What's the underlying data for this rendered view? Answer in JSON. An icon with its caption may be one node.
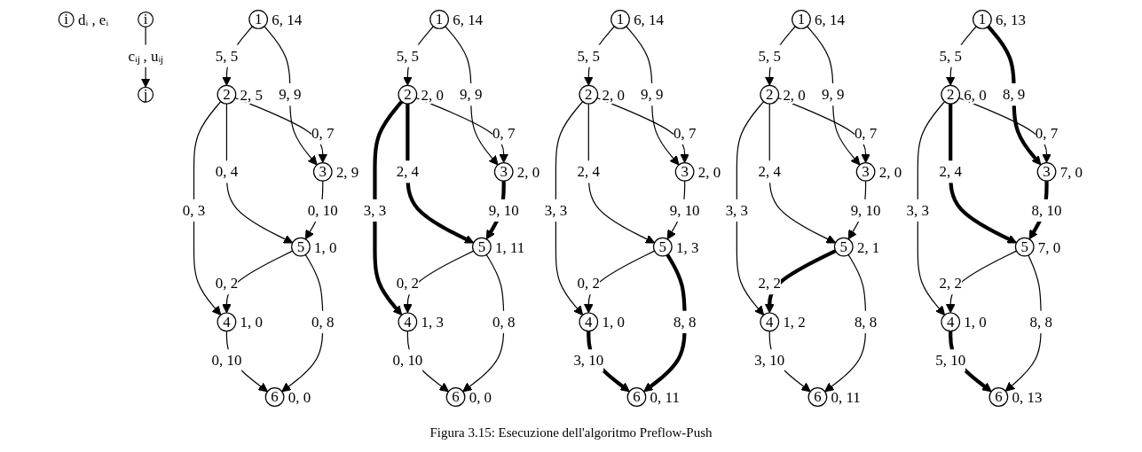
{
  "diagram": {
    "caption": "Figura 3.15: Esecuzione dell'algoritmo Preflow-Push",
    "nodes": [
      {
        "text": [
          "i"
        ],
        "beside": [
          "dᵢ , eᵢ"
        ]
      },
      {
        "text": [
          "i"
        ]
      },
      {
        "text": [
          "j"
        ]
      },
      {
        "text": [
          "1"
        ],
        "beside": [
          "6, 14"
        ]
      },
      {
        "text": [
          "2"
        ],
        "beside": [
          "2, 5"
        ]
      },
      {
        "text": [
          "3"
        ],
        "beside": [
          "2, 9"
        ]
      },
      {
        "text": [
          "4"
        ],
        "beside": [
          "1, 0"
        ]
      },
      {
        "text": [
          "5"
        ],
        "beside": [
          "1, 0"
        ]
      },
      {
        "text": [
          "6"
        ],
        "beside": [
          "0, 0"
        ]
      },
      {
        "text": [
          "1"
        ],
        "beside": [
          "6, 14"
        ]
      },
      {
        "text": [
          "2"
        ],
        "beside": [
          "2, 0"
        ]
      },
      {
        "text": [
          "3"
        ],
        "beside": [
          "2, 0"
        ]
      },
      {
        "text": [
          "4"
        ],
        "beside": [
          "1, 3"
        ]
      },
      {
        "text": [
          "5"
        ],
        "beside": [
          "1, 11"
        ]
      },
      {
        "text": [
          "6"
        ],
        "beside": [
          "0, 0"
        ]
      },
      {
        "text": [
          "1"
        ],
        "beside": [
          "6, 14"
        ]
      },
      {
        "text": [
          "2"
        ],
        "beside": [
          "2, 0"
        ]
      },
      {
        "text": [
          "3"
        ],
        "beside": [
          "2, 0"
        ]
      },
      {
        "text": [
          "4"
        ],
        "beside": [
          "1, 0"
        ]
      },
      {
        "text": [
          "5"
        ],
        "beside": [
          "1, 3"
        ]
      },
      {
        "text": [
          "6"
        ],
        "beside": [
          "0, 11"
        ]
      },
      {
        "text": [
          "1"
        ],
        "beside": [
          "6, 14"
        ]
      },
      {
        "text": [
          "2"
        ],
        "beside": [
          "2, 0"
        ]
      },
      {
        "text": [
          "3"
        ],
        "beside": [
          "2, 0"
        ]
      },
      {
        "text": [
          "4"
        ],
        "beside": [
          "1, 2"
        ]
      },
      {
        "text": [
          "5"
        ],
        "beside": [
          "2, 1"
        ]
      },
      {
        "text": [
          "6"
        ],
        "beside": [
          "0, 11"
        ]
      },
      {
        "text": [
          "1"
        ],
        "beside": [
          "6, 13"
        ]
      },
      {
        "text": [
          "2"
        ],
        "beside": [
          "6, 0"
        ]
      },
      {
        "text": [
          "3"
        ],
        "beside": [
          "7, 0"
        ]
      },
      {
        "text": [
          "4"
        ],
        "beside": [
          "1, 0"
        ]
      },
      {
        "text": [
          "5"
        ],
        "beside": [
          "7, 0"
        ]
      },
      {
        "text": [
          "6"
        ],
        "beside": [
          "0, 13"
        ]
      }
    ],
    "edges": [
      {
        "from": 1,
        "to": 2,
        "arrow": "to",
        "label": "cᵢⱼ , uᵢⱼ"
      },
      {
        "from": 3,
        "to": 4,
        "arrow": "to",
        "label": "5, 5"
      },
      {
        "from": 3,
        "to": 5,
        "arrow": "to",
        "label": "9, 9"
      },
      {
        "from": 4,
        "to": 5,
        "arrow": "to",
        "label": "0, 7"
      },
      {
        "from": 4,
        "to": 6,
        "arrow": "to",
        "label": "0, 3"
      },
      {
        "from": 4,
        "to": 7,
        "arrow": "to",
        "label": "0, 4"
      },
      {
        "from": 5,
        "to": 7,
        "arrow": "to",
        "label": "0, 10"
      },
      {
        "from": 7,
        "to": 6,
        "arrow": "to",
        "label": "0, 2"
      },
      {
        "from": 6,
        "to": 8,
        "arrow": "to",
        "label": "0, 10"
      },
      {
        "from": 7,
        "to": 8,
        "arrow": "to",
        "label": "0, 8"
      },
      {
        "from": 9,
        "to": 10,
        "arrow": "to",
        "label": "5, 5"
      },
      {
        "from": 9,
        "to": 11,
        "arrow": "to",
        "label": "9, 9"
      },
      {
        "from": 10,
        "to": 11,
        "arrow": "to",
        "label": "0, 7"
      },
      {
        "from": 10,
        "to": 12,
        "arrow": "to",
        "label": "3, 3",
        "style": "thick"
      },
      {
        "from": 10,
        "to": 13,
        "arrow": "to",
        "label": "2, 4",
        "style": "thick"
      },
      {
        "from": 11,
        "to": 13,
        "arrow": "to",
        "label": "9, 10",
        "style": "thick"
      },
      {
        "from": 13,
        "to": 12,
        "arrow": "to",
        "label": "0, 2"
      },
      {
        "from": 12,
        "to": 14,
        "arrow": "to",
        "label": "0, 10"
      },
      {
        "from": 13,
        "to": 14,
        "arrow": "to",
        "label": "0, 8"
      },
      {
        "from": 15,
        "to": 16,
        "arrow": "to",
        "label": "5, 5"
      },
      {
        "from": 15,
        "to": 17,
        "arrow": "to",
        "label": "9, 9"
      },
      {
        "from": 16,
        "to": 17,
        "arrow": "to",
        "label": "0, 7"
      },
      {
        "from": 16,
        "to": 18,
        "arrow": "to",
        "label": "3, 3"
      },
      {
        "from": 16,
        "to": 19,
        "arrow": "to",
        "label": "2, 4"
      },
      {
        "from": 17,
        "to": 19,
        "arrow": "to",
        "label": "9, 10"
      },
      {
        "from": 19,
        "to": 18,
        "arrow": "to",
        "label": "0, 2"
      },
      {
        "from": 18,
        "to": 20,
        "arrow": "to",
        "label": "3, 10",
        "style": "thick"
      },
      {
        "from": 19,
        "to": 20,
        "arrow": "to",
        "label": "8, 8",
        "style": "thick"
      },
      {
        "from": 21,
        "to": 22,
        "arrow": "to",
        "label": "5, 5"
      },
      {
        "from": 21,
        "to": 23,
        "arrow": "to",
        "label": "9, 9"
      },
      {
        "from": 22,
        "to": 23,
        "arrow": "to",
        "label": "0, 7"
      },
      {
        "from": 22,
        "to": 24,
        "arrow": "to",
        "label": "3, 3"
      },
      {
        "from": 22,
        "to": 25,
        "arrow": "to",
        "label": "2, 4"
      },
      {
        "from": 23,
        "to": 25,
        "arrow": "to",
        "label": "9, 10"
      },
      {
        "from": 25,
        "to": 24,
        "arrow": "to",
        "label": "2, 2",
        "style": "thick"
      },
      {
        "from": 24,
        "to": 26,
        "arrow": "to",
        "label": "3, 10"
      },
      {
        "from": 25,
        "to": 26,
        "arrow": "to",
        "label": "8, 8"
      },
      {
        "from": 27,
        "to": 28,
        "arrow": "to",
        "label": "5, 5"
      },
      {
        "from": 27,
        "to": 29,
        "arrow": "to",
        "label": "8, 9",
        "style": "thick"
      },
      {
        "from": 28,
        "to": 29,
        "arrow": "to",
        "label": "0, 7"
      },
      {
        "from": 28,
        "to": 30,
        "arrow": "to",
        "label": "3, 3"
      },
      {
        "from": 28,
        "to": 31,
        "arrow": "to",
        "label": "2, 4",
        "style": "thick"
      },
      {
        "from": 29,
        "to": 31,
        "arrow": "to",
        "label": "8, 10",
        "style": "thick"
      },
      {
        "from": 31,
        "to": 30,
        "arrow": "to",
        "label": "2, 2"
      },
      {
        "from": 30,
        "to": 32,
        "arrow": "to",
        "label": "5, 10",
        "style": "thick"
      },
      {
        "from": 31,
        "to": 32,
        "arrow": "to",
        "label": "8, 8"
      }
    ]
  }
}
